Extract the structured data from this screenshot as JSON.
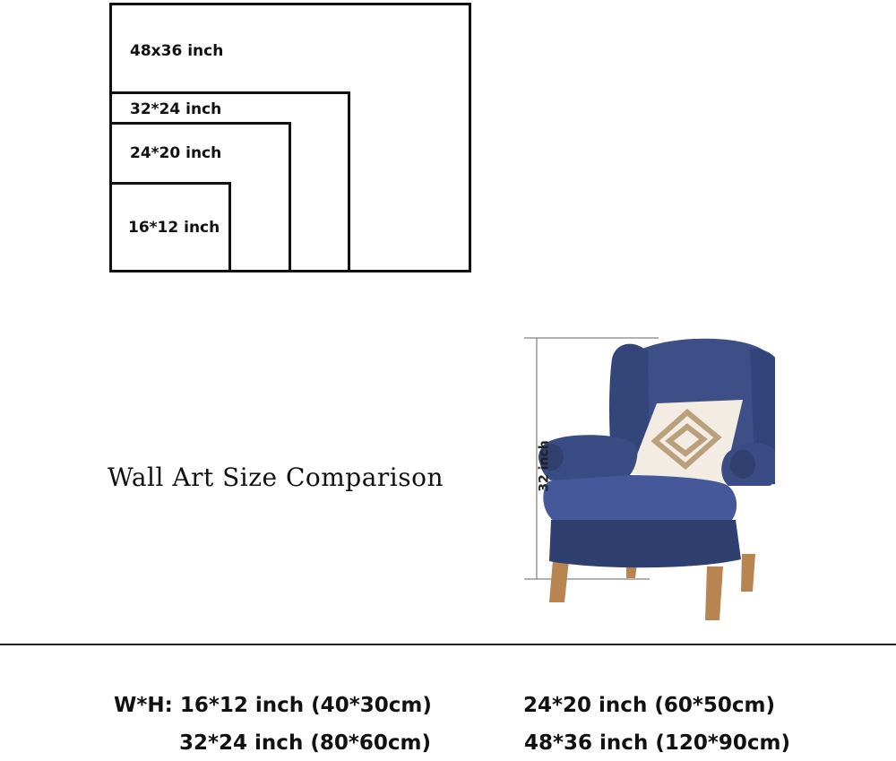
{
  "sizes": {
    "items": [
      {
        "label": "48x36 inch"
      },
      {
        "label": "32*24 inch"
      },
      {
        "label": "24*20 inch"
      },
      {
        "label": "16*12 inch"
      }
    ]
  },
  "title": "Wall Art Size Comparison",
  "chair": {
    "height_label": "32 inch",
    "colors": {
      "fabric": "#3d4f86",
      "fabric_dark": "#2d3c6b",
      "legs": "#b88552",
      "pillow_bg": "#f2ece2",
      "pillow_pattern": "#b9a07d"
    }
  },
  "specs": {
    "row1_left": "W*H: 16*12 inch (40*30cm)",
    "row1_right": "24*20 inch (60*50cm)",
    "row2_left": "32*24 inch (80*60cm)",
    "row2_right": "48*36 inch (120*90cm)"
  }
}
